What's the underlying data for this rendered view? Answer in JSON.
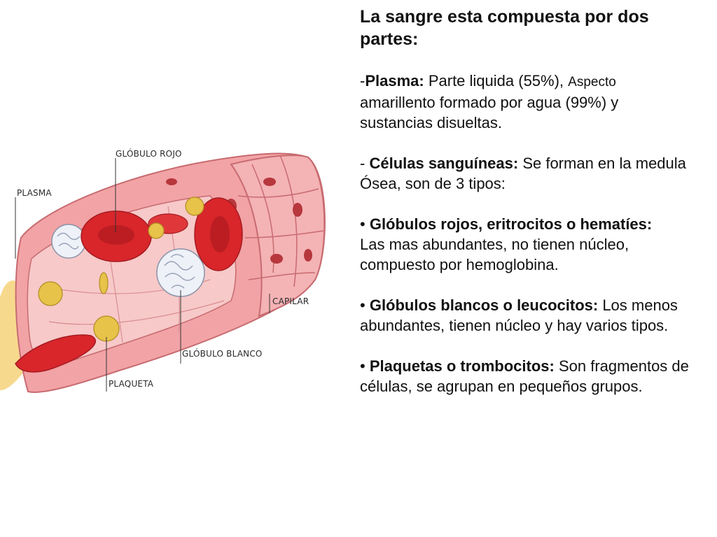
{
  "diagram": {
    "labels": {
      "globulo_rojo": "GLÓBULO ROJO",
      "plasma": "PLASMA",
      "capilar": "CAPILAR",
      "globulo_blanco": "GLÓBULO BLANCO",
      "plaqueta": "PLAQUETA"
    },
    "colors": {
      "vessel_wall": "#f2a3a6",
      "vessel_inner": "#f7c9c9",
      "red_cell": "#d8262b",
      "white_cell": "#eef1f8",
      "platelet": "#e7c34a",
      "plasma": "#f6d27a"
    }
  },
  "content": {
    "title": "La sangre esta compuesta por dos partes:",
    "plasma": {
      "prefix": "-",
      "term": "Plasma:",
      "text_a": " Parte liquida (55%), ",
      "text_small": "Aspecto",
      "text_b": " amarillento formado por agua (99%) y sustancias disueltas."
    },
    "celulas": {
      "prefix": "- ",
      "term": "Células sanguíneas:",
      "text": " Se forman en la medula Ósea, son de 3 tipos:"
    },
    "rojos": {
      "bullet": "• ",
      "term": "Glóbulos rojos, eritrocitos o hematíes:",
      "text": "Las mas abundantes, no tienen núcleo, compuesto por hemoglobina."
    },
    "blancos": {
      "bullet": "• ",
      "term": "Glóbulos blancos o leucocitos:",
      "text": " Los menos abundantes, tienen núcleo y hay varios tipos."
    },
    "plaquetas": {
      "bullet": "• ",
      "term": "Plaquetas o trombocitos:",
      "text": " Son fragmentos de células, se agrupan en pequeños grupos."
    }
  }
}
